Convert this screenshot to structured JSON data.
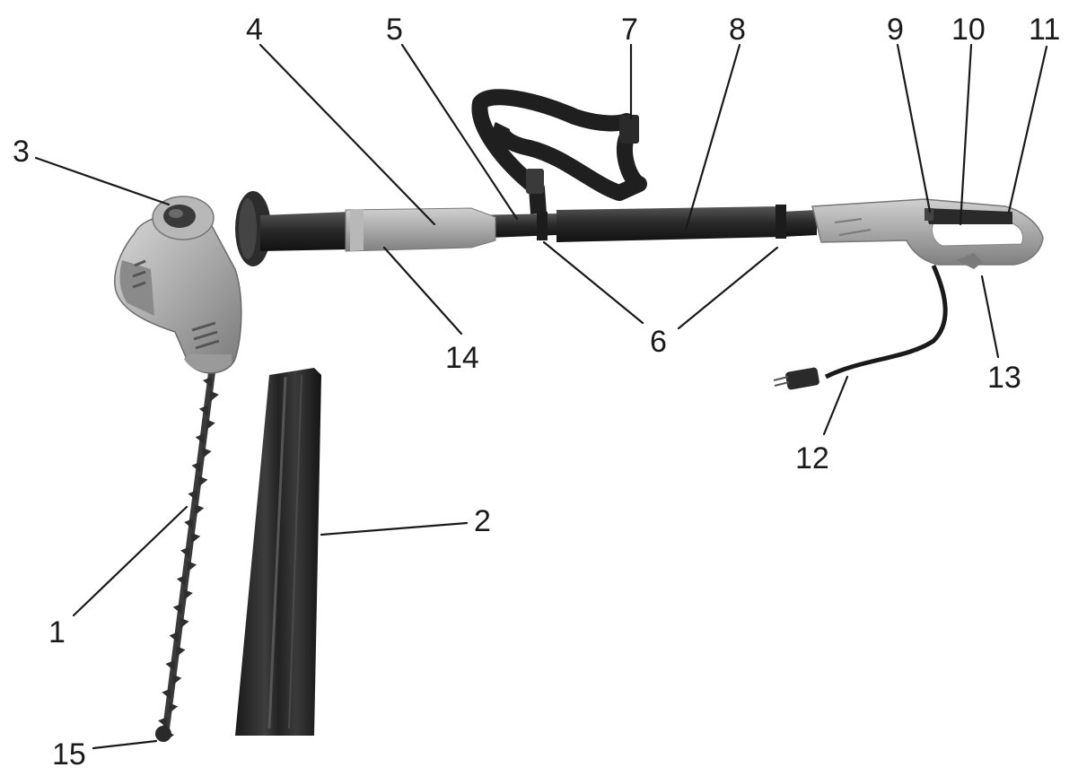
{
  "diagram": {
    "callouts": [
      {
        "id": "1",
        "text": "1"
      },
      {
        "id": "2",
        "text": "2"
      },
      {
        "id": "3",
        "text": "3"
      },
      {
        "id": "4",
        "text": "4"
      },
      {
        "id": "5",
        "text": "5"
      },
      {
        "id": "6",
        "text": "6"
      },
      {
        "id": "7",
        "text": "7"
      },
      {
        "id": "8",
        "text": "8"
      },
      {
        "id": "9",
        "text": "9"
      },
      {
        "id": "10",
        "text": "10"
      },
      {
        "id": "11",
        "text": "11"
      },
      {
        "id": "12",
        "text": "12"
      },
      {
        "id": "13",
        "text": "13"
      },
      {
        "id": "14",
        "text": "14"
      },
      {
        "id": "15",
        "text": "15"
      }
    ],
    "colors": {
      "ink": "#1a1a1a",
      "pole_dark": "#2a2a2a",
      "housing_grey": "#9a9a9a",
      "housing_light": "#c4c4c4",
      "background": "#ffffff"
    }
  }
}
